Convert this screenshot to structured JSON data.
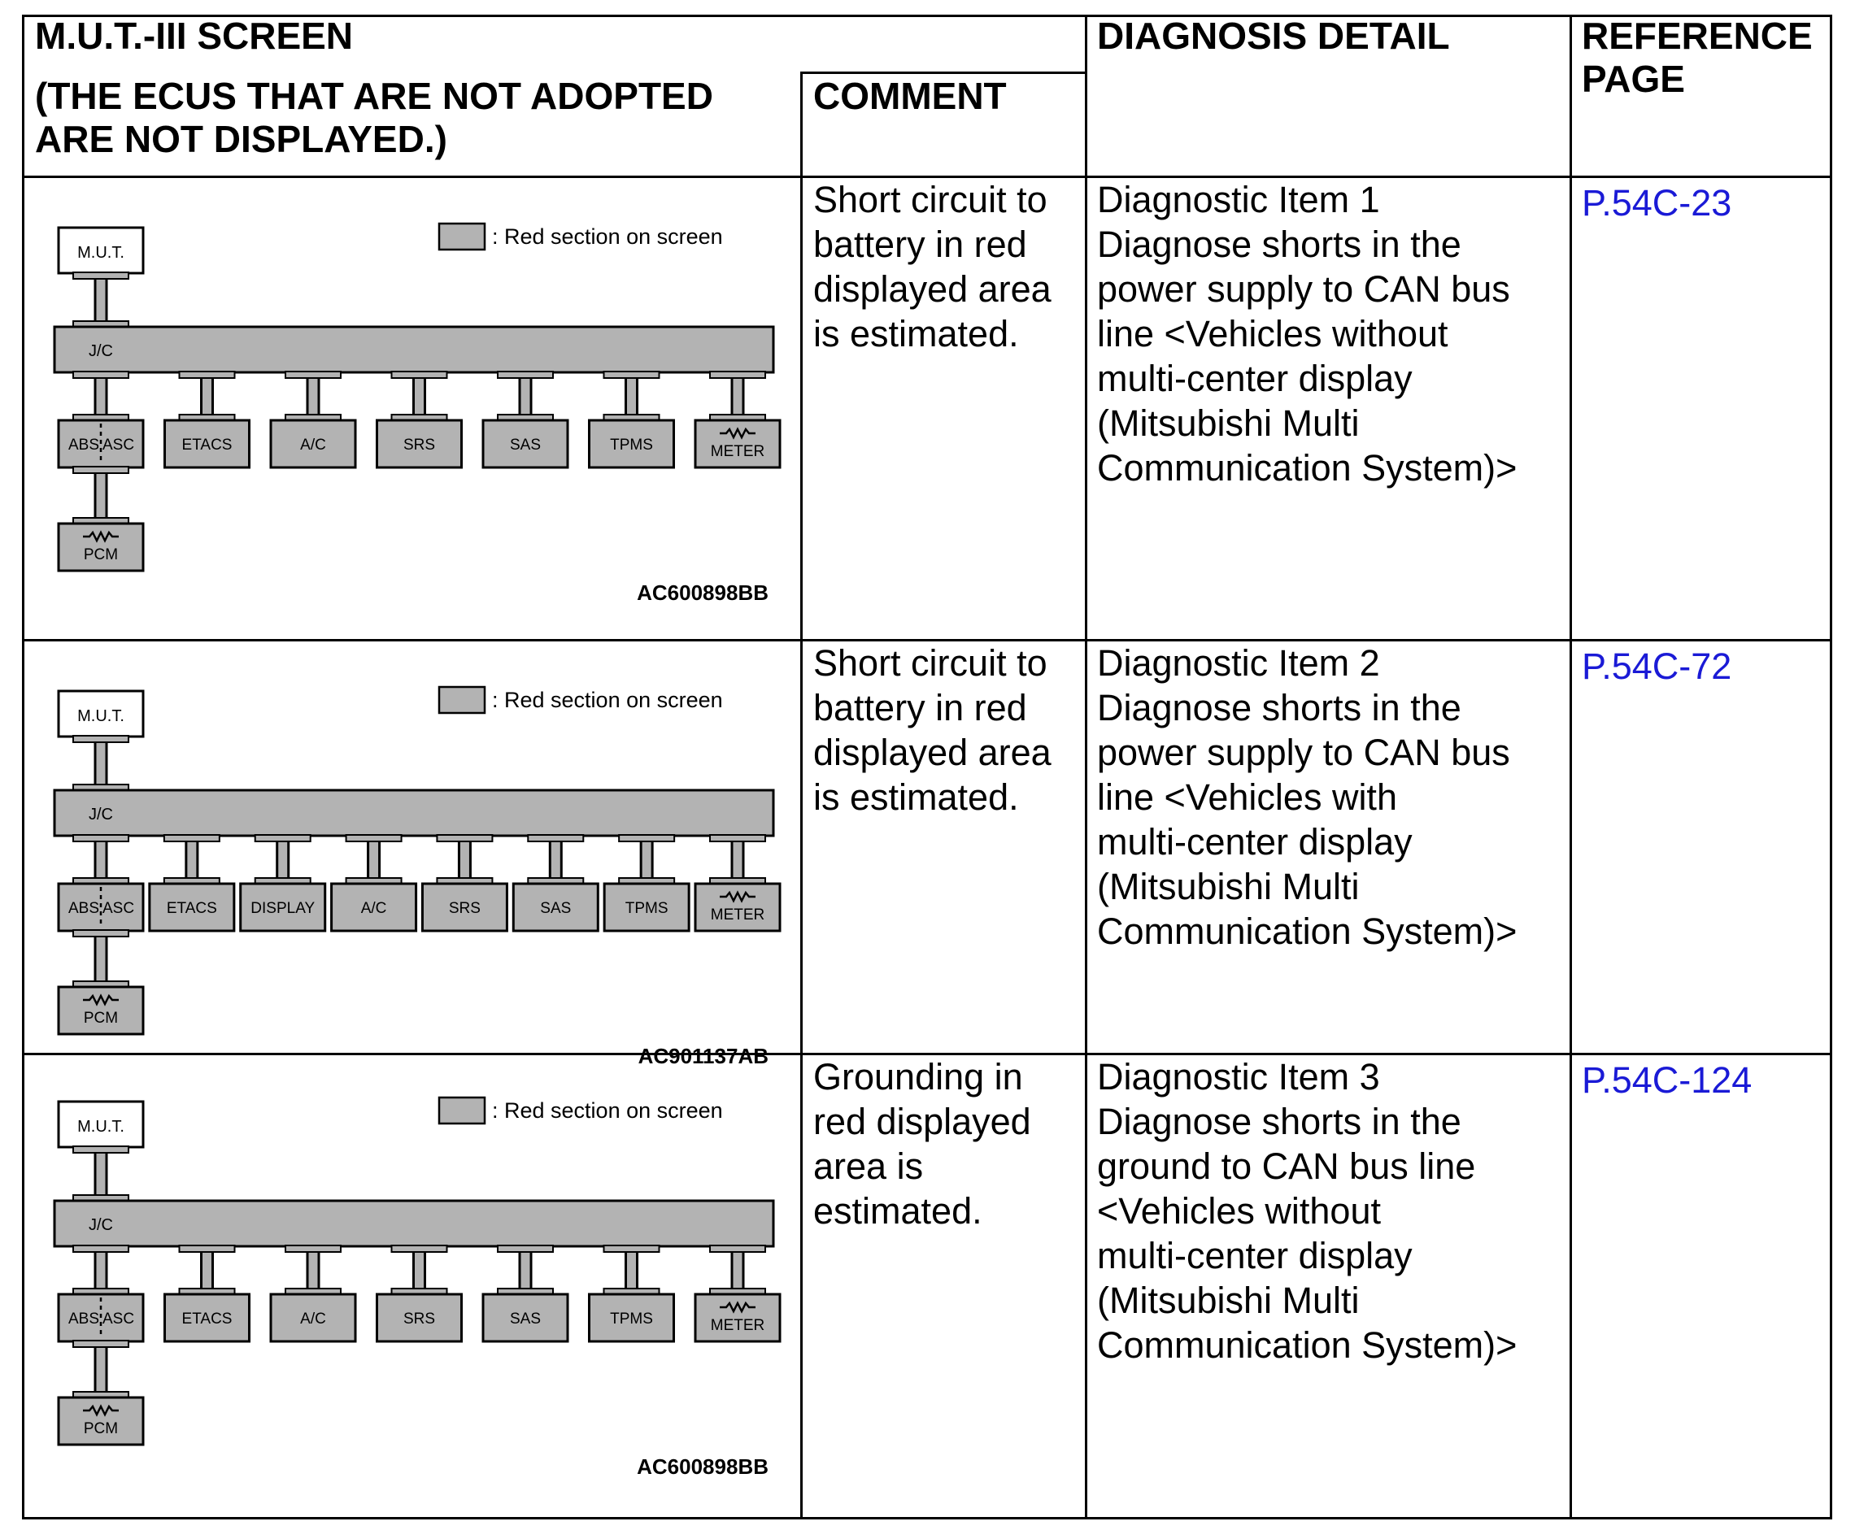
{
  "header": {
    "screen_title": "M.U.T.-III SCREEN",
    "screen_note_line1": "(THE ECUS THAT ARE NOT ADOPTED",
    "screen_note_line2": "ARE NOT DISPLAYED.)",
    "comment": "COMMENT",
    "diagnosis_detail": "DIAGNOSIS DETAIL",
    "reference_line1": "REFERENCE",
    "reference_line2": "PAGE"
  },
  "rows": [
    {
      "diagram": {
        "legend": ": Red section on screen",
        "tester": "M.U.T.",
        "junction": "J/C",
        "ecus": [
          "ABS",
          "ASC",
          "ETACS",
          "A/C",
          "SRS",
          "SAS",
          "TPMS",
          "METER"
        ],
        "lower_ecu": "PCM",
        "code": "AC600898BB"
      },
      "comment": [
        "Short circuit to",
        "battery in red",
        "displayed area",
        "is estimated."
      ],
      "detail": [
        "Diagnostic Item 1",
        "Diagnose shorts in the",
        "power supply to CAN bus",
        "line <Vehicles without",
        "multi-center display",
        "(Mitsubishi Multi",
        "Communication System)>"
      ],
      "reference": "P.54C-23"
    },
    {
      "diagram": {
        "legend": ": Red section on screen",
        "tester": "M.U.T.",
        "junction": "J/C",
        "ecus": [
          "ABS",
          "ASC",
          "ETACS",
          "DISPLAY",
          "A/C",
          "SRS",
          "SAS",
          "TPMS",
          "METER"
        ],
        "lower_ecu": "PCM",
        "code": "AC901137AB"
      },
      "comment": [
        "Short circuit to",
        "battery in red",
        "displayed area",
        "is estimated."
      ],
      "detail": [
        "Diagnostic Item 2",
        "Diagnose shorts in the",
        "power supply to CAN bus",
        "line <Vehicles with",
        "multi-center display",
        "(Mitsubishi Multi",
        "Communication System)>"
      ],
      "reference": "P.54C-72"
    },
    {
      "diagram": {
        "legend": ": Red section on screen",
        "tester": "M.U.T.",
        "junction": "J/C",
        "ecus": [
          "ABS",
          "ASC",
          "ETACS",
          "A/C",
          "SRS",
          "SAS",
          "TPMS",
          "METER"
        ],
        "lower_ecu": "PCM",
        "code": "AC600898BB"
      },
      "comment": [
        "Grounding in",
        "red displayed",
        "area is",
        "estimated."
      ],
      "detail": [
        "Diagnostic Item 3",
        "Diagnose shorts in the",
        "ground to CAN bus line",
        "<Vehicles without",
        "multi-center display",
        "(Mitsubishi Multi",
        "Communication System)>"
      ],
      "reference": "P.54C-124"
    }
  ]
}
